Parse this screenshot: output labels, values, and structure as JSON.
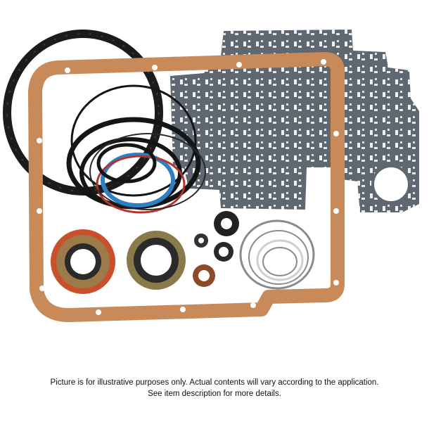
{
  "caption": {
    "line1": "Picture is for illustrative purposes only.  Actual contents will vary according to the application.",
    "line2": "See item description for more details."
  },
  "colors": {
    "background": "#ffffff",
    "cork_gasket": "#c98a5a",
    "fiber_gasket": "#5f6770",
    "rubber_black": "#151515",
    "ring_blue": "#2f7fc4",
    "ring_red": "#b8322c",
    "seal_orange": "#c8502a"
  },
  "items": [
    {
      "name": "valve-body-gasket",
      "material": "gray fiber"
    },
    {
      "name": "pan-gasket",
      "material": "cork"
    },
    {
      "name": "case-gasket",
      "material": "black"
    },
    {
      "name": "o-rings",
      "material": "rubber"
    },
    {
      "name": "shaft-seals",
      "material": "metal/rubber"
    },
    {
      "name": "sealing-rings",
      "material": "metal/teflon"
    }
  ]
}
